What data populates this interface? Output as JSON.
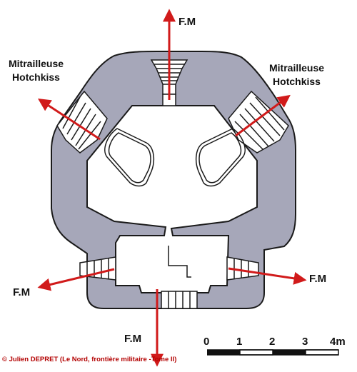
{
  "labels": {
    "fm_top": "F.M",
    "fm_left": "F.M",
    "fm_right": "F.M",
    "fm_bottom": "F.M",
    "mitrailleuse_left": [
      "Mitrailleuse",
      "Hotchkiss"
    ],
    "mitrailleuse_right": [
      "Mitrailleuse",
      "Hotchkiss"
    ]
  },
  "scale": {
    "ticks": [
      "0",
      "1",
      "2",
      "3"
    ],
    "last_tick": "4m"
  },
  "credit": "© Julien DEPRET (Le Nord, frontière militaire -Tome II)",
  "colors": {
    "concrete": "#a6a7b9",
    "outline": "#1a1a1a",
    "arrow": "#d11a1a",
    "credit_text": "#b30000"
  }
}
